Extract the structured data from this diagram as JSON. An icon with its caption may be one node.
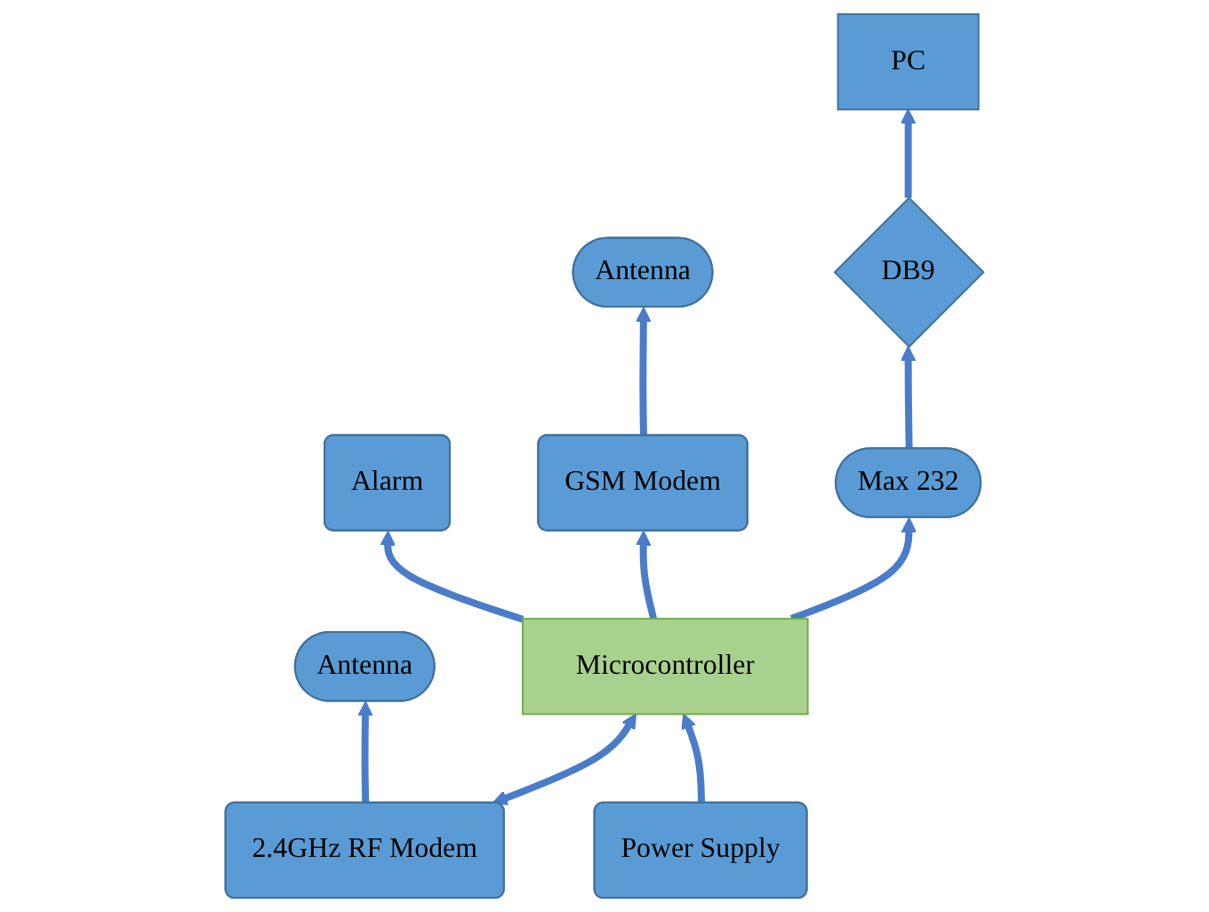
{
  "diagram": {
    "nodes": [
      {
        "text": [
          "Antenna"
        ]
      },
      {
        "text": [
          "Alarm"
        ]
      },
      {
        "text": [
          "Antenna"
        ]
      },
      {
        "text": [
          "2.4GHz RF Modem"
        ]
      },
      {
        "text": [
          "Microcontroller"
        ]
      },
      {
        "text": [
          "GSM Modem"
        ]
      },
      {
        "text": [
          "Max 232"
        ]
      },
      {
        "text": [
          "DB9"
        ]
      },
      {
        "text": [
          "Power Supply"
        ]
      },
      {
        "text": [
          "PC"
        ]
      }
    ],
    "edges": [
      {
        "from": 3,
        "to": 0,
        "arrow": "to"
      },
      {
        "from": 3,
        "to": 4,
        "arrow": "both"
      },
      {
        "from": 4,
        "to": 1,
        "arrow": "to"
      },
      {
        "from": 4,
        "to": 5,
        "arrow": "to"
      },
      {
        "from": 5,
        "to": 2,
        "arrow": "to"
      },
      {
        "from": 8,
        "to": 4,
        "arrow": "to"
      },
      {
        "from": 4,
        "to": 6,
        "arrow": "to"
      },
      {
        "from": 6,
        "to": 7,
        "arrow": "to"
      },
      {
        "from": 7,
        "to": 9,
        "arrow": "to"
      }
    ]
  }
}
